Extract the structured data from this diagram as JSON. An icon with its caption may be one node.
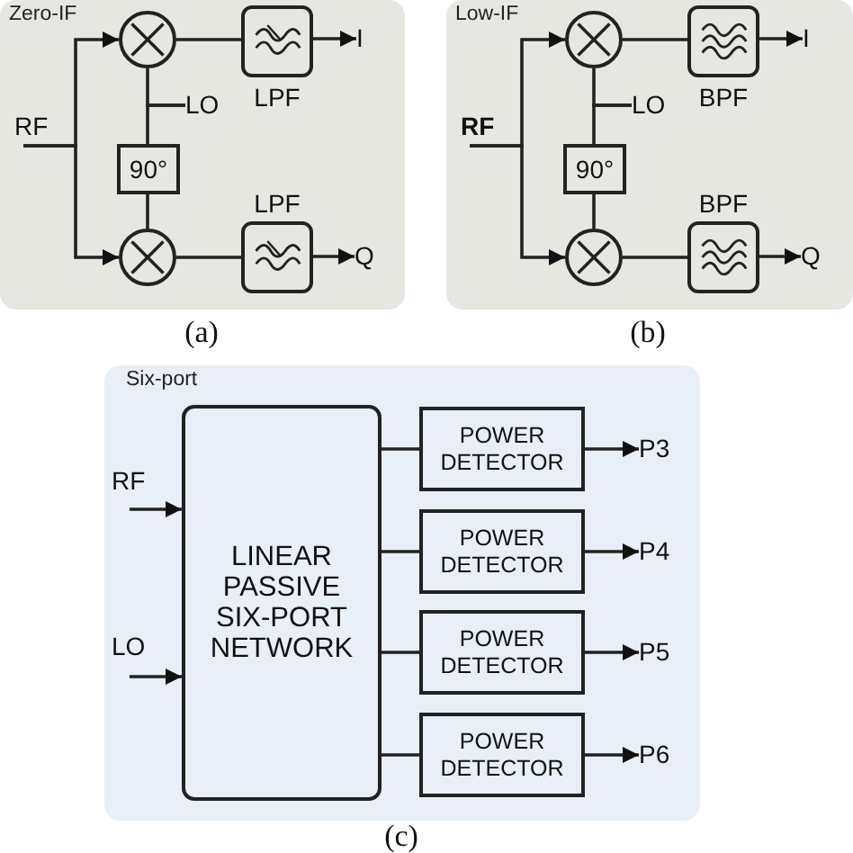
{
  "diagram": {
    "nodes": [
      {
        "text": [
          "Zero-IF"
        ]
      },
      {
        "text": [
          "RF"
        ],
        "in": 0
      },
      {
        "text": [],
        "shape": "circle",
        "in": 0
      },
      {
        "text": [
          "LO"
        ],
        "in": 0
      },
      {
        "text": [
          "LPF"
        ],
        "in": 0
      },
      {
        "text": [
          "I"
        ],
        "in": 0
      },
      {
        "text": [
          "90°"
        ],
        "in": 0
      },
      {
        "text": [],
        "shape": "circle",
        "in": 0
      },
      {
        "text": [
          "LPF"
        ],
        "in": 0
      },
      {
        "text": [
          "Q"
        ],
        "in": 0
      },
      {
        "text": [
          "Low-IF"
        ]
      },
      {
        "text": [
          "RF"
        ],
        "in": 10
      },
      {
        "text": [],
        "shape": "circle",
        "in": 10
      },
      {
        "text": [
          "LO"
        ],
        "in": 10
      },
      {
        "text": [
          "BPF"
        ],
        "in": 10
      },
      {
        "text": [
          "I"
        ],
        "in": 10
      },
      {
        "text": [
          "90°"
        ],
        "in": 10
      },
      {
        "text": [],
        "shape": "circle",
        "in": 10
      },
      {
        "text": [
          "BPF"
        ],
        "in": 10
      },
      {
        "text": [
          "Q"
        ],
        "in": 10
      },
      {
        "text": [
          "Six-port"
        ]
      },
      {
        "text": [
          "RF"
        ],
        "in": 20
      },
      {
        "text": [
          "LO"
        ],
        "in": 20
      },
      {
        "text": [
          "LINEAR PASSIVE SIX-PORT NETWORK"
        ],
        "in": 20
      },
      {
        "text": [
          "POWER DETECTOR"
        ],
        "in": 20
      },
      {
        "text": [
          "POWER DETECTOR"
        ],
        "in": 20
      },
      {
        "text": [
          "POWER DETECTOR"
        ],
        "in": 20
      },
      {
        "text": [
          "POWER DETECTOR"
        ],
        "in": 20
      },
      {
        "text": [
          "P3"
        ],
        "in": 20
      },
      {
        "text": [
          "P4"
        ],
        "in": 20
      },
      {
        "text": [
          "P5"
        ],
        "in": 20
      },
      {
        "text": [
          "P6"
        ],
        "in": 20
      }
    ],
    "edges": [
      {
        "from": 1,
        "to": 2,
        "arrow": "to"
      },
      {
        "from": 1,
        "to": 7,
        "arrow": "to"
      },
      {
        "from": 3,
        "to": 2,
        "arrow": "none"
      },
      {
        "from": 3,
        "to": 6,
        "arrow": "none"
      },
      {
        "from": 6,
        "to": 7,
        "arrow": "none"
      },
      {
        "from": 2,
        "to": 4,
        "arrow": "none"
      },
      {
        "from": 4,
        "to": 5,
        "arrow": "to"
      },
      {
        "from": 7,
        "to": 8,
        "arrow": "none"
      },
      {
        "from": 8,
        "to": 9,
        "arrow": "to"
      },
      {
        "from": 11,
        "to": 12,
        "arrow": "to"
      },
      {
        "from": 11,
        "to": 17,
        "arrow": "to"
      },
      {
        "from": 13,
        "to": 12,
        "arrow": "none"
      },
      {
        "from": 13,
        "to": 16,
        "arrow": "none"
      },
      {
        "from": 16,
        "to": 17,
        "arrow": "none"
      },
      {
        "from": 12,
        "to": 14,
        "arrow": "none"
      },
      {
        "from": 14,
        "to": 15,
        "arrow": "to"
      },
      {
        "from": 17,
        "to": 18,
        "arrow": "none"
      },
      {
        "from": 18,
        "to": 19,
        "arrow": "to"
      },
      {
        "from": 21,
        "to": 23,
        "arrow": "to"
      },
      {
        "from": 22,
        "to": 23,
        "arrow": "to"
      },
      {
        "from": 23,
        "to": 24,
        "arrow": "none"
      },
      {
        "from": 23,
        "to": 25,
        "arrow": "none"
      },
      {
        "from": 23,
        "to": 26,
        "arrow": "none"
      },
      {
        "from": 23,
        "to": 27,
        "arrow": "none"
      },
      {
        "from": 24,
        "to": 28,
        "arrow": "to"
      },
      {
        "from": 25,
        "to": 29,
        "arrow": "to"
      },
      {
        "from": 26,
        "to": 30,
        "arrow": "to"
      },
      {
        "from": 27,
        "to": 31,
        "arrow": "to"
      }
    ],
    "labels": [
      "(a)",
      "(b)",
      "(c)"
    ]
  }
}
